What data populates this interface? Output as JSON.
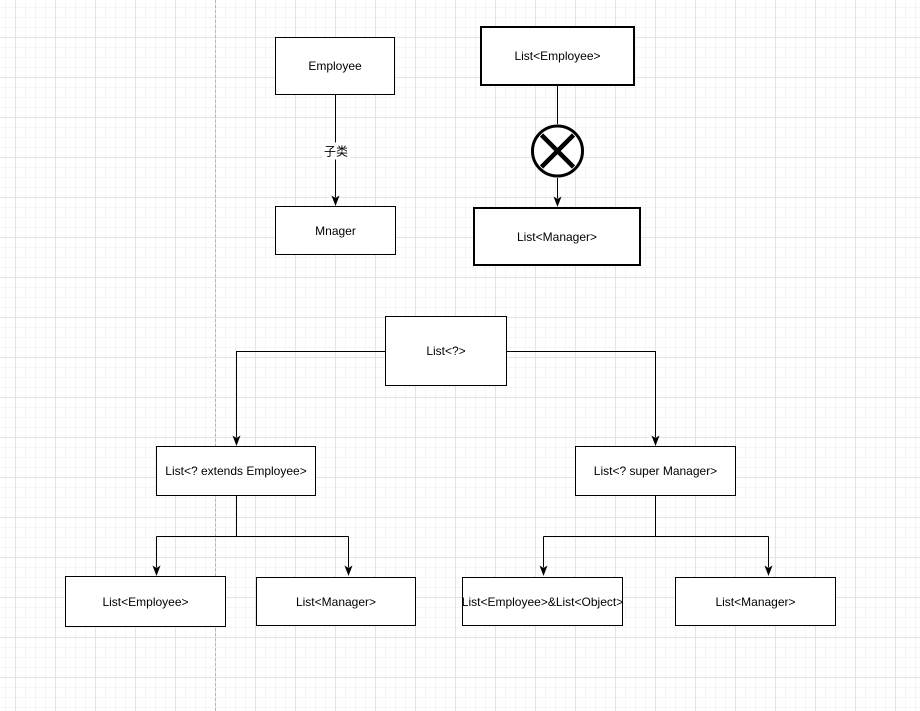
{
  "diagram": {
    "nodes": [
      {
        "id": "employee",
        "label": "Employee"
      },
      {
        "id": "mnager",
        "label": "Mnager"
      },
      {
        "id": "list-employee-top",
        "label": "List<Employee>"
      },
      {
        "id": "list-manager-top",
        "label": "List<Manager>"
      },
      {
        "id": "list-wildcard",
        "label": "List<?>"
      },
      {
        "id": "list-extends",
        "label": "List<? extends Employee>"
      },
      {
        "id": "list-super",
        "label": "List<? super Manager>"
      },
      {
        "id": "bottom-left-list-employee",
        "label": "List<Employee>"
      },
      {
        "id": "bottom-left-list-manager",
        "label": "List<Manager>"
      },
      {
        "id": "bottom-right-list-emp-obj",
        "label": "List<Employee>&List<Object>"
      },
      {
        "id": "bottom-right-list-manager",
        "label": "List<Manager>"
      }
    ],
    "edge_labels": {
      "subclass": "子类"
    },
    "icons": {
      "forbidden": "circle-x"
    },
    "colors": {
      "background": "#ffffff",
      "node_fill": "#ffffff",
      "node_border": "#000000",
      "edge_stroke": "#000000",
      "text": "#000000",
      "grid_minor": "#f6f4f5",
      "grid_major": "#e4e4e4",
      "page_divider": "#b5b5b5"
    }
  }
}
